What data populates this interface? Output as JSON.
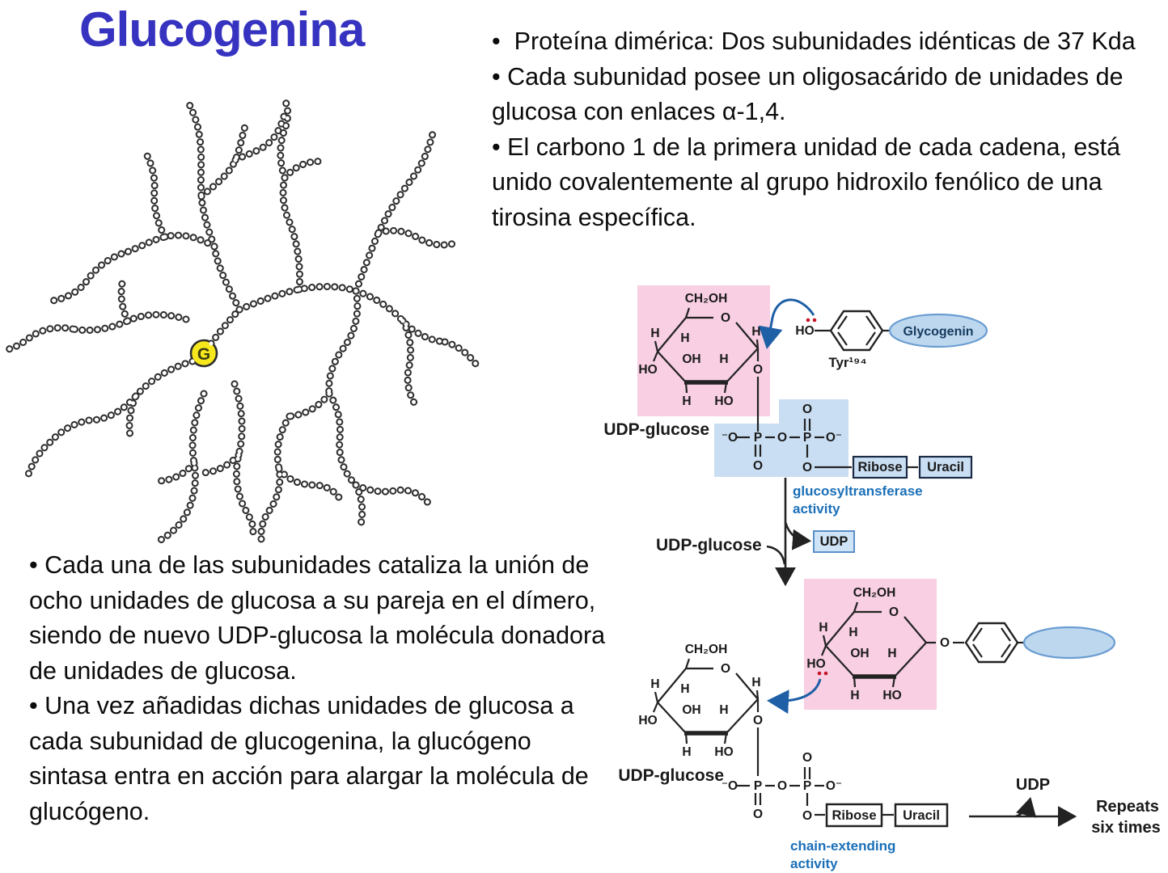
{
  "title": "Glucogenina",
  "right_bullets": [
    "•  Proteína dimérica: Dos subunidades idénticas de 37 Kda",
    "• Cada subunidad posee un oligosacárido de unidades de glucosa con enlaces α-1,4.",
    "• El carbono 1 de la primera unidad de cada cadena, está unido covalentemente al grupo hidroxilo fenólico de una tirosina específica."
  ],
  "left_bullets": [
    "• Cada una de las subunidades cataliza la unión de ocho unidades de glucosa a su pareja en el dímero, siendo de nuevo UDP-glucosa la molécula donadora de unidades de glucosa.",
    "• Una vez añadidas dichas unidades de glucosa a cada subunidad de glucogenina, la glucógeno sintasa entra en acción para alargar la molécula de glucógeno."
  ],
  "glycogen": {
    "core_label": "G"
  },
  "chem": {
    "udp_glucose": "UDP-glucose",
    "glycogenin": "Glycogenin",
    "tyr194": "Tyr¹⁹⁴",
    "ribose": "Ribose",
    "uracil": "Uracil",
    "udp": "UDP",
    "glucosyltransferase": "glucosyltransferase",
    "activity": "activity",
    "chain_extending": "chain-extending",
    "repeats": "Repeats",
    "six_times": "six times",
    "atoms": {
      "h": "H",
      "ho": "HO",
      "oh": "OH",
      "o": "O",
      "ch2oh": "CH₂OH",
      "p": "P",
      "neg_o": "⁻O",
      "o_neg": "O⁻"
    }
  },
  "colors": {
    "title_blue": "#3633c0",
    "pink_box": "#f8cfe3",
    "blue_box": "#c9def2",
    "node_fill": "#bdd8ee",
    "node_border": "#6b9dd2",
    "arrow_blue": "#1e5fa6",
    "label_blue": "#1a6fb8",
    "g_yellow": "#f6e81c",
    "lone_pair_red": "#c41325"
  }
}
